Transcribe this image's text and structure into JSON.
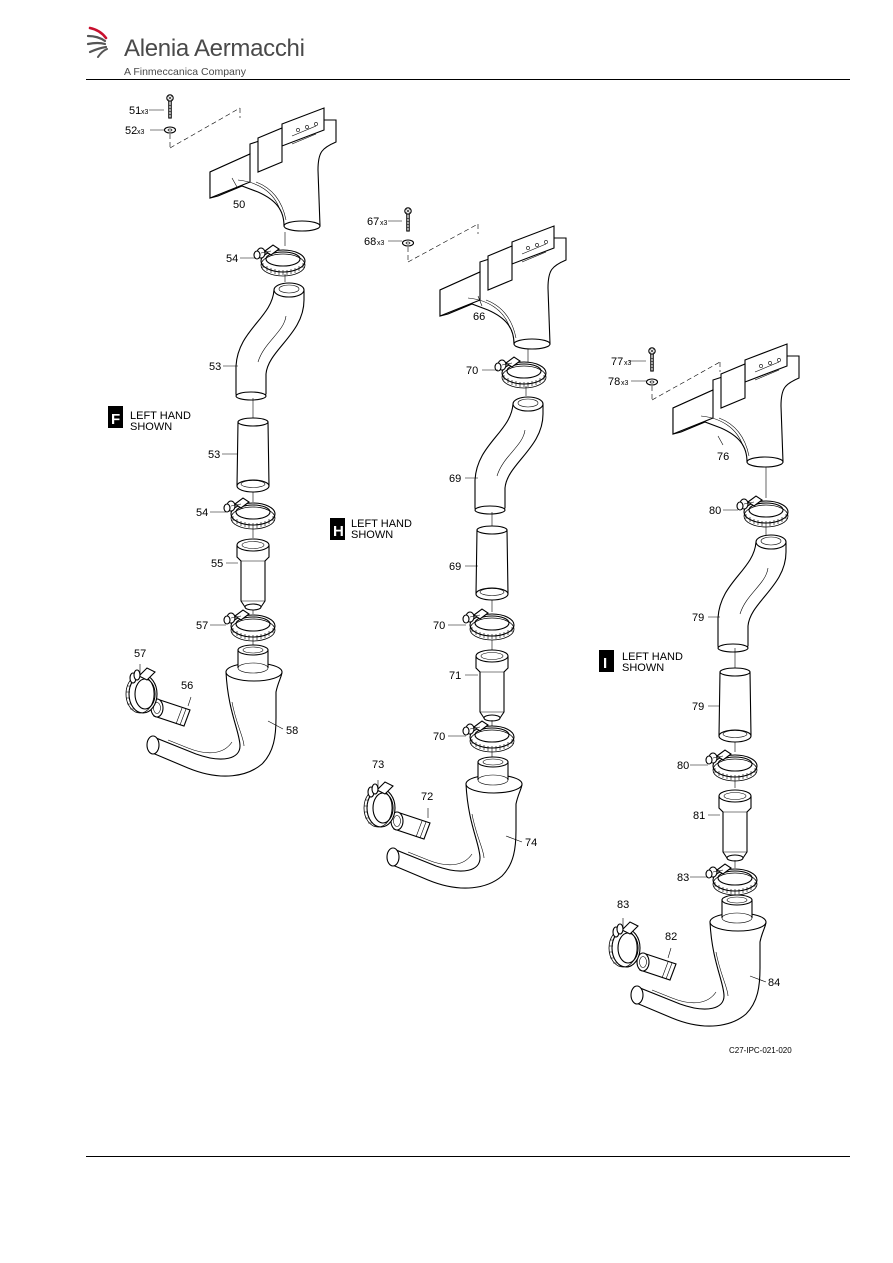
{
  "header": {
    "brand": "Alenia Aermacchi",
    "tagline": "A Finmeccanica Company",
    "logo_icon": "swoosh-logo-icon"
  },
  "figure_code": "C27-IPC-021-020",
  "views": [
    {
      "letter": "F",
      "note_line1": "LEFT HAND",
      "note_line2": "SHOWN",
      "callouts": {
        "screw": "51",
        "screw_qty": "x3",
        "washer": "52",
        "washer_qty": "x3",
        "housing": "50",
        "clamp_top": "54",
        "duct_curved": "53",
        "duct_straight": "53",
        "clamp_mid": "54",
        "adapter": "55",
        "clamp_low": "57",
        "clamp_side": "57",
        "sleeve": "56",
        "elbow": "58"
      }
    },
    {
      "letter": "H",
      "note_line1": "LEFT HAND",
      "note_line2": "SHOWN",
      "callouts": {
        "screw": "67",
        "screw_qty": "x3",
        "washer": "68",
        "washer_qty": "x3",
        "housing": "66",
        "clamp_top": "70",
        "duct_curved": "69",
        "duct_straight": "69",
        "clamp_mid": "70",
        "adapter": "71",
        "clamp_low": "70",
        "clamp_side": "73",
        "sleeve": "72",
        "elbow": "74"
      }
    },
    {
      "letter": "I",
      "note_line1": "LEFT HAND",
      "note_line2": "SHOWN",
      "callouts": {
        "screw": "77",
        "screw_qty": "x3",
        "washer": "78",
        "washer_qty": "x3",
        "housing": "76",
        "clamp_top": "80",
        "duct_curved": "79",
        "duct_straight": "79",
        "clamp_mid": "80",
        "adapter": "81",
        "clamp_low": "83",
        "clamp_side": "83",
        "sleeve": "82",
        "elbow": "84"
      }
    }
  ]
}
